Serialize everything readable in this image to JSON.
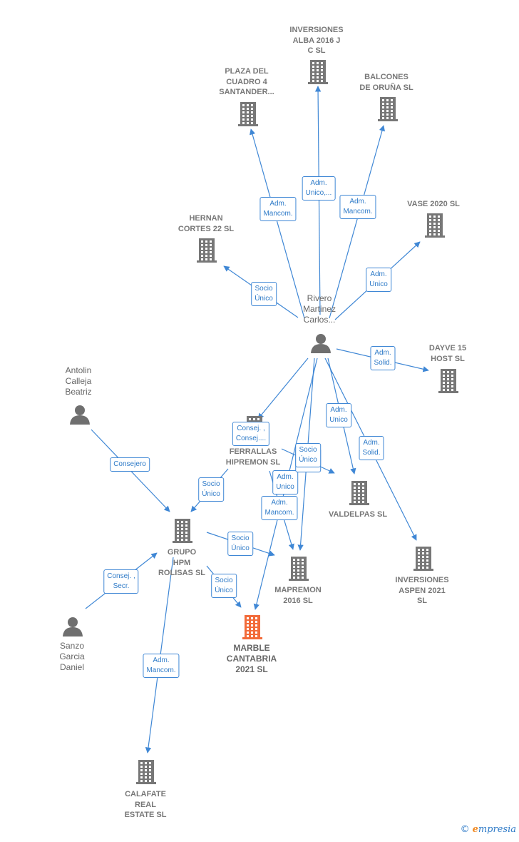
{
  "colors": {
    "edge": "#3f87d5",
    "node": "#777777",
    "highlight": "#f26b3a",
    "label_text": "#2f7bc8"
  },
  "nodes": [
    {
      "id": "inversiones_alba",
      "type": "company",
      "label": "INVERSIONES\nALBA 2016 J\nC  SL"
    },
    {
      "id": "plaza_cuadro",
      "type": "company",
      "label": "PLAZA DEL\nCUADRO 4\nSANTANDER..."
    },
    {
      "id": "balcones",
      "type": "company",
      "label": "BALCONES\nDE ORUÑA  SL"
    },
    {
      "id": "vase",
      "type": "company",
      "label": "VASE 2020  SL"
    },
    {
      "id": "hernan",
      "type": "company",
      "label": "HERNAN\nCORTES 22  SL"
    },
    {
      "id": "rivero",
      "type": "person",
      "label": "Rivero\nMartinez\nCarlos..."
    },
    {
      "id": "dayve",
      "type": "company",
      "label": "DAYVE 15\nHOST  SL"
    },
    {
      "id": "antolin",
      "type": "person",
      "label": "Antolin\nCalleja\nBeatriz"
    },
    {
      "id": "ferrallas",
      "type": "company",
      "label": "FERRALLAS\nHIPREMON SL"
    },
    {
      "id": "valdelpas",
      "type": "company",
      "label": "VALDELPAS  SL"
    },
    {
      "id": "grupo_hpm",
      "type": "company",
      "label": "GRUPO\nHPM\nROLISAS  SL"
    },
    {
      "id": "mapremon",
      "type": "company",
      "label": "MAPREMON\n2016  SL"
    },
    {
      "id": "inversiones_aspen",
      "type": "company",
      "label": "INVERSIONES\nASPEN 2021\nSL"
    },
    {
      "id": "marble",
      "type": "company",
      "highlight": true,
      "label": "MARBLE\nCANTABRIA\n2021  SL"
    },
    {
      "id": "sanzo",
      "type": "person",
      "label": "Sanzo\nGarcia\nDaniel"
    },
    {
      "id": "calafate",
      "type": "company",
      "label": "CALAFATE\nREAL\nESTATE  SL"
    }
  ],
  "edges": [
    {
      "from": "rivero",
      "to": "plaza_cuadro",
      "label": "Adm.\nMancom."
    },
    {
      "from": "rivero",
      "to": "inversiones_alba",
      "label": "Adm.\nUnico,..."
    },
    {
      "from": "rivero",
      "to": "balcones",
      "label": "Adm.\nMancom."
    },
    {
      "from": "rivero",
      "to": "vase",
      "label": "Adm.\nUnico"
    },
    {
      "from": "rivero",
      "to": "hernan",
      "label": "Socio\nÚnico"
    },
    {
      "from": "rivero",
      "to": "dayve",
      "label": "Adm.\nSolid."
    },
    {
      "from": "rivero",
      "to": "valdelpas",
      "label": "Adm.\nUnico"
    },
    {
      "from": "rivero",
      "to": "inversiones_aspen",
      "label": "Adm.\nSolid."
    },
    {
      "from": "rivero",
      "to": "ferrallas",
      "label": "Consej. ,\nConsej...."
    },
    {
      "from": "rivero",
      "to": "mapremon",
      "label": "Adm.\nUnico"
    },
    {
      "from": "rivero",
      "to": "marble",
      "label": "Adm.\nMancom."
    },
    {
      "from": "ferrallas",
      "to": "valdelpas",
      "label": "Socio\nÚnico"
    },
    {
      "from": "ferrallas",
      "to": "grupo_hpm",
      "label": "Socio\nÚnico"
    },
    {
      "from": "ferrallas",
      "to": "mapremon",
      "label": "Socio\nÚnico"
    },
    {
      "from": "antolin",
      "to": "grupo_hpm",
      "label": "Consejero"
    },
    {
      "from": "grupo_hpm",
      "to": "mapremon",
      "label": "Socio\nÚnico"
    },
    {
      "from": "grupo_hpm",
      "to": "marble",
      "label": "Socio\nÚnico"
    },
    {
      "from": "sanzo",
      "to": "grupo_hpm",
      "label": "Consej. ,\nSecr."
    },
    {
      "from": "grupo_hpm",
      "to": "calafate",
      "label": "Adm.\nMancom."
    }
  ],
  "footer": {
    "copyright": "©",
    "brand_initial": "e",
    "brand_rest": "mpresia"
  }
}
